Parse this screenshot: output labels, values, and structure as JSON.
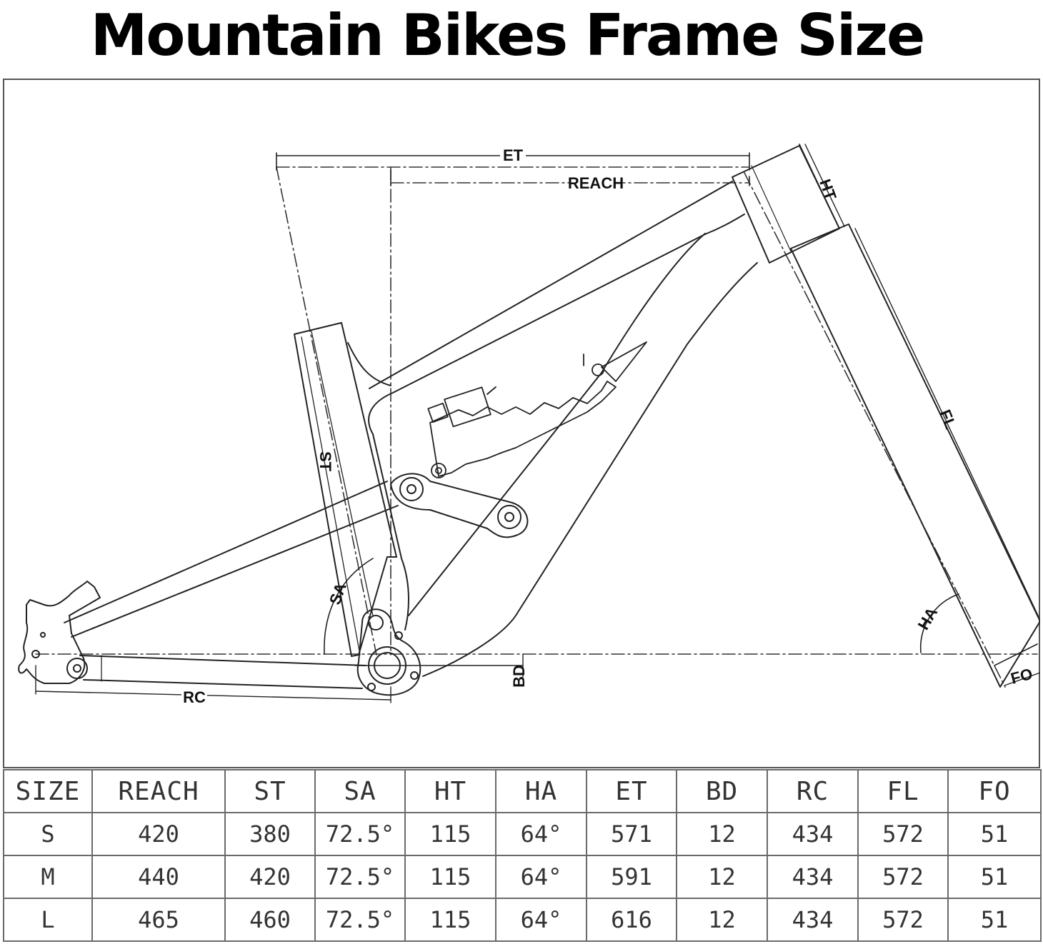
{
  "title": "Mountain Bikes Frame Size",
  "diagram": {
    "labels": {
      "et": "ET",
      "reach": "REACH",
      "ht": "HT",
      "fl": "FL",
      "st": "ST",
      "sa": "SA",
      "ha": "HA",
      "bd": "BD",
      "rc": "RC",
      "fo": "FO"
    }
  },
  "table": {
    "headers": [
      "SIZE",
      "REACH",
      "ST",
      "SA",
      "HT",
      "HA",
      "ET",
      "BD",
      "RC",
      "FL",
      "FO"
    ],
    "rows": [
      [
        "S",
        "420",
        "380",
        "72.5°",
        "115",
        "64°",
        "571",
        "12",
        "434",
        "572",
        "51"
      ],
      [
        "M",
        "440",
        "420",
        "72.5°",
        "115",
        "64°",
        "591",
        "12",
        "434",
        "572",
        "51"
      ],
      [
        "L",
        "465",
        "460",
        "72.5°",
        "115",
        "64°",
        "616",
        "12",
        "434",
        "572",
        "51"
      ]
    ]
  }
}
